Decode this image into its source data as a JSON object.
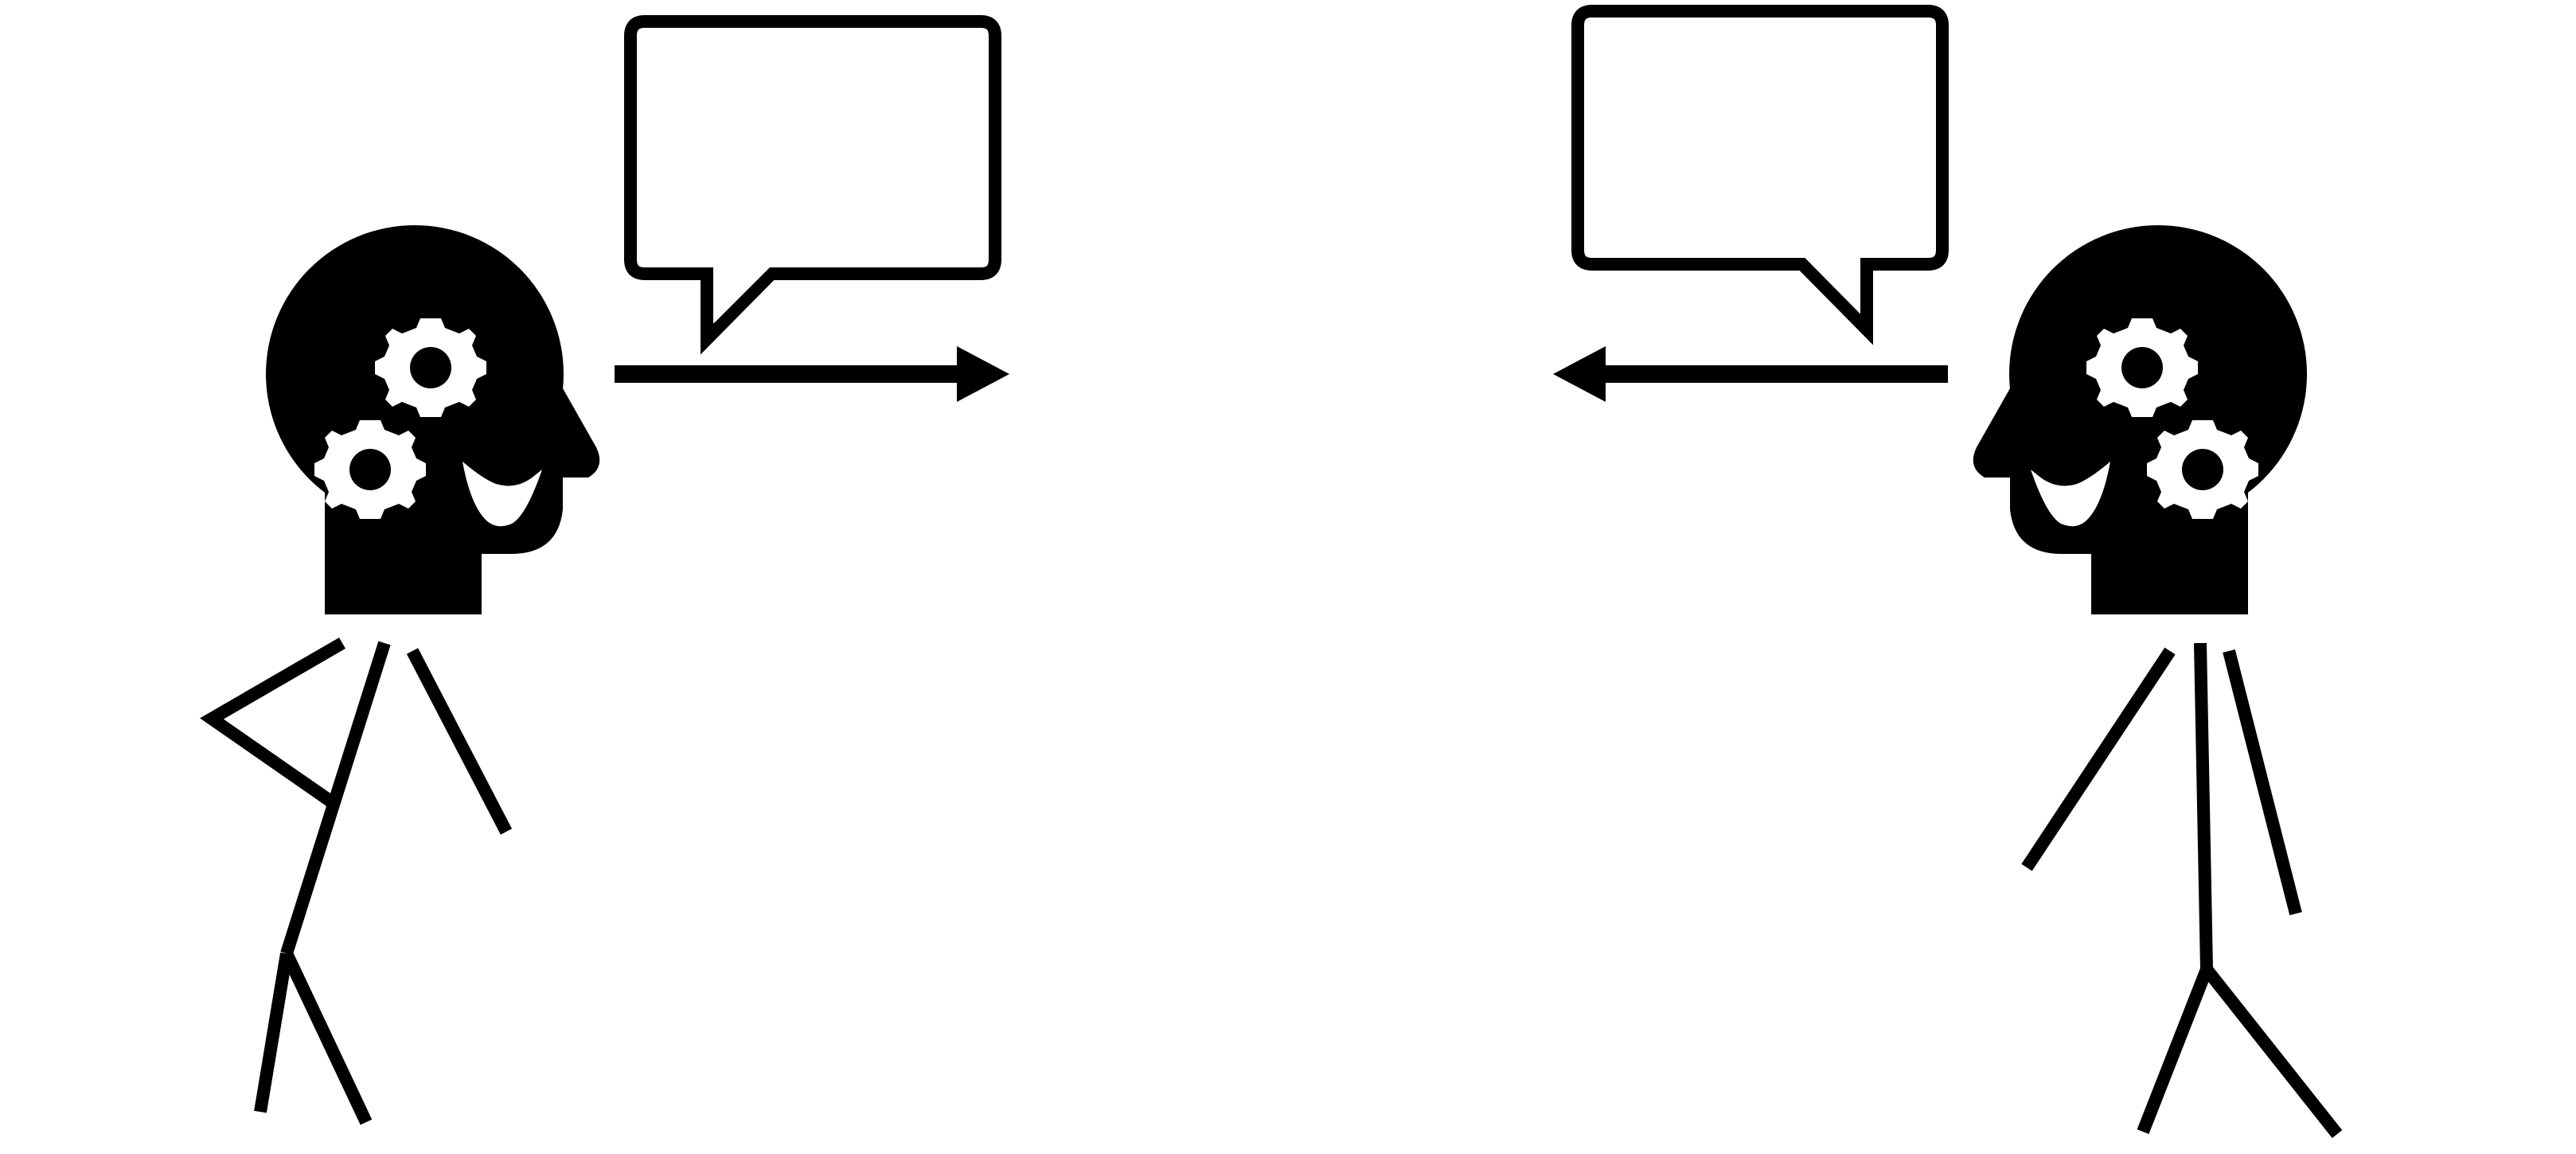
{
  "colors": {
    "ink": "#000000",
    "paper": "#ffffff"
  },
  "figures": [
    {
      "name": "left-person",
      "facing": "right",
      "head_icon": "head-with-gears-icon",
      "gear_count": 2,
      "pose": "arm-bent-back"
    },
    {
      "name": "right-person",
      "facing": "left",
      "head_icon": "head-with-gears-icon",
      "gear_count": 2,
      "pose": "arms-down"
    }
  ],
  "speech_bubbles": [
    {
      "name": "left-speech-bubble",
      "text": "",
      "tail": "bottom-left"
    },
    {
      "name": "right-speech-bubble",
      "text": "",
      "tail": "bottom-right"
    }
  ],
  "arrows": [
    {
      "name": "arrow-to-right",
      "direction": "right",
      "icon": "arrow-right-icon"
    },
    {
      "name": "arrow-to-left",
      "direction": "left",
      "icon": "arrow-left-icon"
    }
  ]
}
